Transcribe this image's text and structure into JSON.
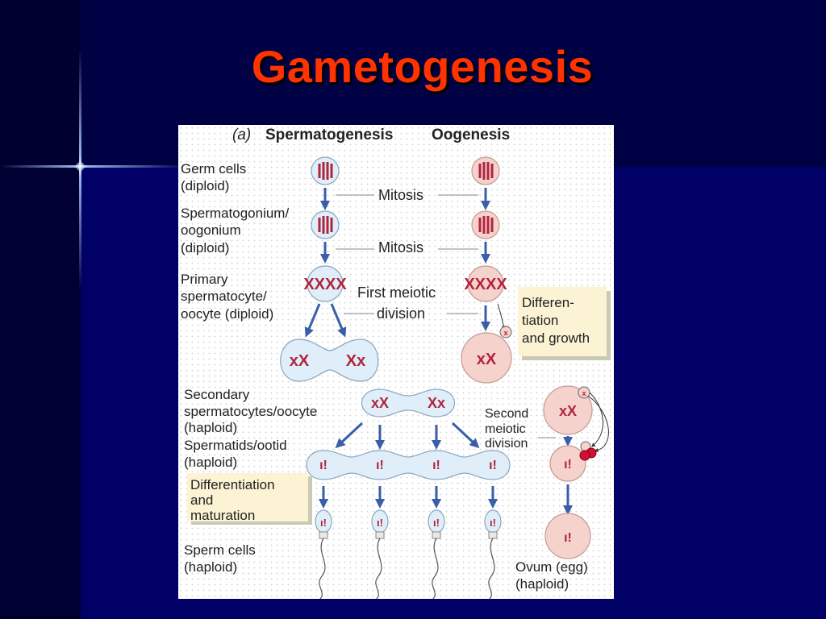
{
  "slide": {
    "title": "Gametogenesis"
  },
  "diagram": {
    "panel_label": "(a)",
    "col_spermatogenesis": "Spermatogenesis",
    "col_oogenesis": "Oogenesis",
    "germ_cells_line1": "Germ cells",
    "germ_cells_line2": "(diploid)",
    "mitosis_1": "Mitosis",
    "spermatogonium_line1": "Spermatogonium/",
    "spermatogonium_line2": "oogonium",
    "spermatogonium_line3": "(diploid)",
    "mitosis_2": "Mitosis",
    "primary_line1": "Primary",
    "primary_line2": "spermatocyte/",
    "primary_line3": "oocyte (diploid)",
    "first_meiotic_line1": "First meiotic",
    "first_meiotic_line2": "division",
    "diff_growth_line1": "Differen-",
    "diff_growth_line2": "tiation",
    "diff_growth_line3": "and growth",
    "secondary_line1": "Secondary",
    "secondary_line2": "spermatocytes/oocyte",
    "secondary_line3": "(haploid)",
    "second_meiotic_line1": "Second",
    "second_meiotic_line2": "meiotic",
    "second_meiotic_line3": "division",
    "spermatids_line1": "Spermatids/ootid",
    "spermatids_line2": "(haploid)",
    "diff_maturation_line1": "Differentiation",
    "diff_maturation_line2": "and",
    "diff_maturation_line3": "maturation",
    "sperm_cells_line1": "Sperm cells",
    "sperm_cells_line2": "(haploid)",
    "ovum_line1": "Ovum (egg)",
    "ovum_line2": "(haploid)"
  },
  "colors": {
    "title": "#ff3300",
    "background": "#000066",
    "arrow": "#3a5ea8",
    "sperm_cell_fill": "#dfeef8",
    "egg_cell_fill": "#f6d2cc",
    "chromosome": "#b0243e",
    "callout_fill": "#fbf3d4"
  }
}
